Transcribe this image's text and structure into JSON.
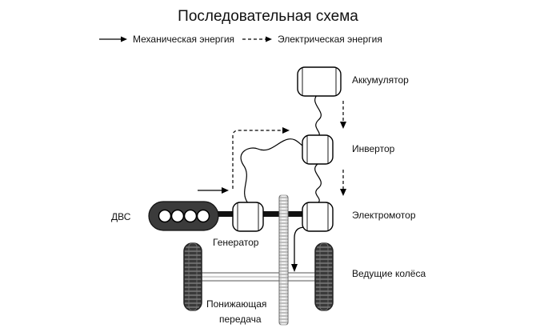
{
  "title": "Последовательная схема",
  "legend": {
    "mechanical": "Механическая энергия",
    "electrical": "Электрическая энергия"
  },
  "components": {
    "battery": "Аккумулятор",
    "inverter": "Инвертор",
    "motor": "Электромотор",
    "engine": "ДВС",
    "generator": "Генератор",
    "wheels": "Ведущие колёса",
    "reduction_gear_line1": "Понижающая",
    "reduction_gear_line2": "передача"
  }
}
